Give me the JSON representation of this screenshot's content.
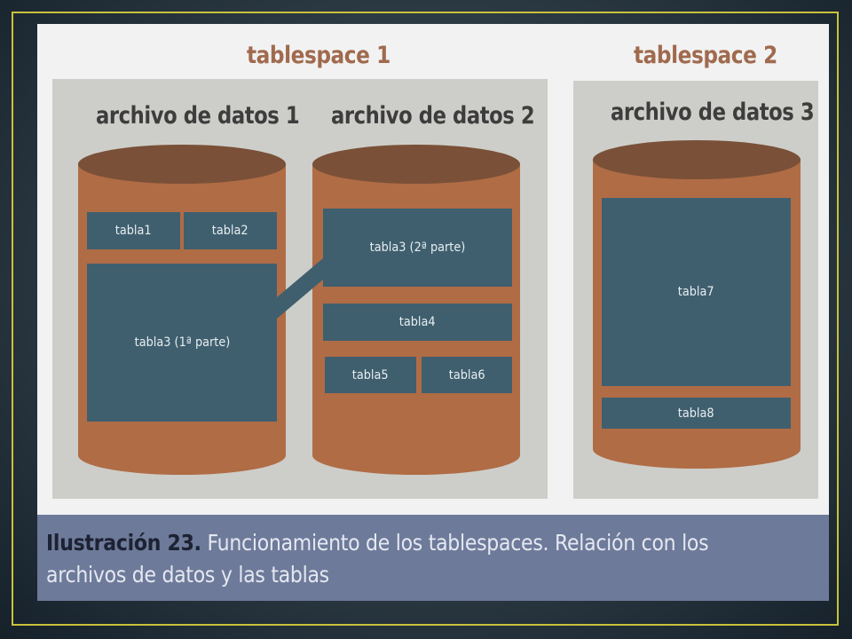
{
  "tablespaces": [
    {
      "label": "tablespace 1"
    },
    {
      "label": "tablespace 2"
    }
  ],
  "datafiles": [
    {
      "label": "archivo de datos 1"
    },
    {
      "label": "archivo de datos 2"
    },
    {
      "label": "archivo de datos 3"
    }
  ],
  "tables": {
    "t1": "tabla1",
    "t2": "tabla2",
    "t3a": "tabla3 (1ª parte)",
    "t3b": "tabla3 (2ª parte)",
    "t4": "tabla4",
    "t5": "tabla5",
    "t6": "tabla6",
    "t7": "tabla7",
    "t8": "tabla8"
  },
  "caption": {
    "prefix": "Ilustración 23.",
    "text": " Funcionamiento de los tablespaces. Relación con los archivos de datos y las tablas"
  },
  "colors": {
    "cylinder_body": "#b06c45",
    "cylinder_top": "#7a5038",
    "table_block": "#3f5f6f",
    "panel": "#cdcec9",
    "caption_bar": "#6e7a99",
    "frame": "#c9c23a"
  }
}
